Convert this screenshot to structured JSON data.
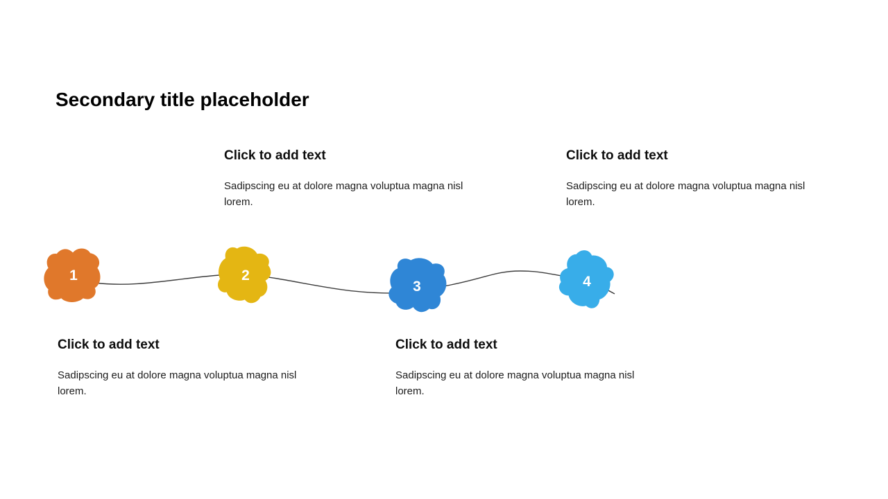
{
  "slide": {
    "title": "Secondary title placeholder"
  },
  "timeline": {
    "connector_color": "#3d3d3d"
  },
  "steps": [
    {
      "number": "1",
      "color": "#E0782B",
      "label_position": "bottom",
      "heading": "Click to add text",
      "body": "Sadipscing eu at dolore magna voluptua magna nisl lorem."
    },
    {
      "number": "2",
      "color": "#E4B613",
      "label_position": "top",
      "heading": "Click to add text",
      "body": "Sadipscing eu at dolore magna voluptua magna nisl lorem."
    },
    {
      "number": "3",
      "color": "#2F86D6",
      "label_position": "bottom",
      "heading": "Click to add text",
      "body": "Sadipscing eu at dolore magna voluptua magna nisl lorem."
    },
    {
      "number": "4",
      "color": "#38ADE9",
      "label_position": "top",
      "heading": "Click to add text",
      "body": "Sadipscing eu at dolore magna voluptua magna nisl lorem."
    }
  ]
}
